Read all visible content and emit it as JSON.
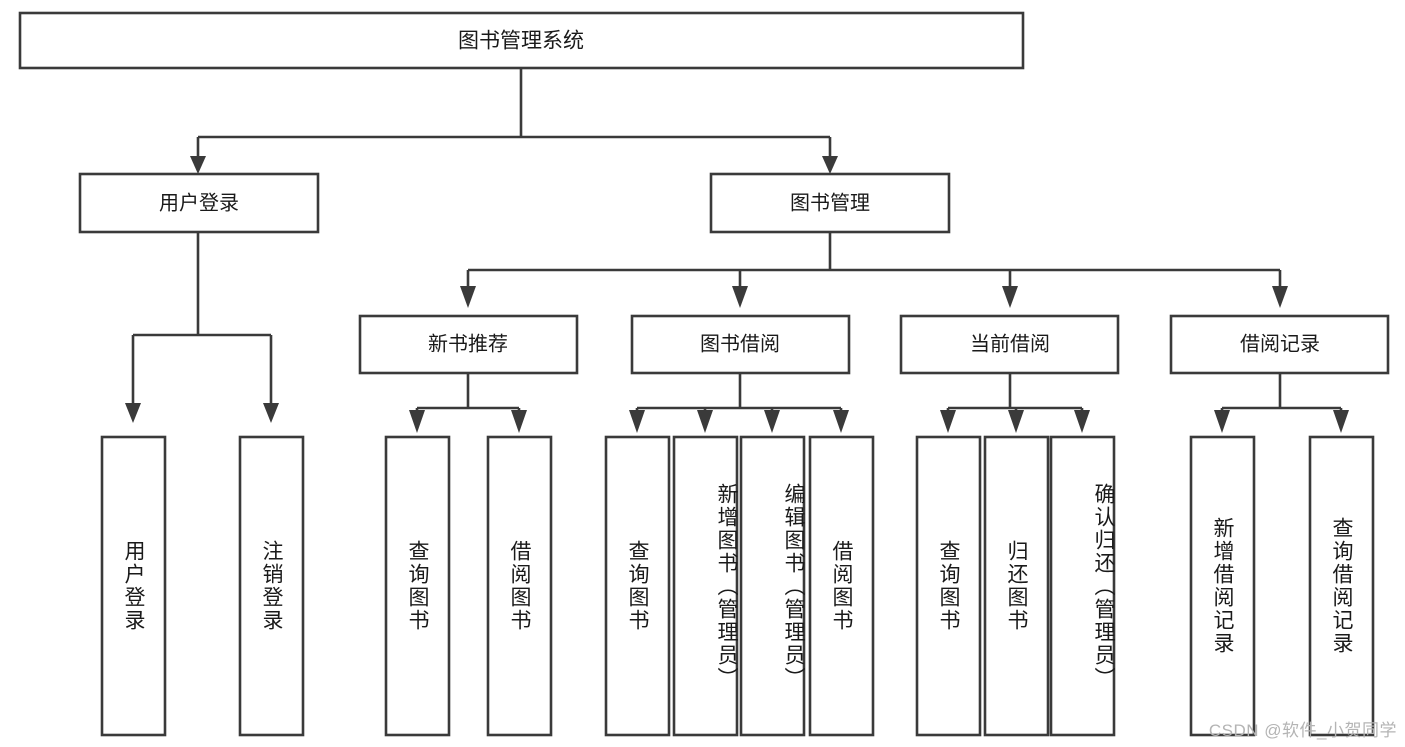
{
  "diagram": {
    "type": "tree",
    "title": "图书管理系统",
    "orientation": "top-down",
    "watermark": "CSDN @软件_小贺同学",
    "colors": {
      "stroke": "#3a3a3a",
      "fill": "#ffffff",
      "text": "#1a1a1a",
      "watermark": "#b4b4b4"
    },
    "root": {
      "label": "图书管理系统"
    },
    "level1": [
      {
        "label": "用户登录"
      },
      {
        "label": "图书管理"
      }
    ],
    "level2": [
      {
        "label": "新书推荐"
      },
      {
        "label": "图书借阅"
      },
      {
        "label": "当前借阅"
      },
      {
        "label": "借阅记录"
      }
    ],
    "leaves": {
      "user_login": [
        {
          "label": "用户登录"
        },
        {
          "label": "注销登录"
        }
      ],
      "new_book_recommend": [
        {
          "label": "查询图书"
        },
        {
          "label": "借阅图书"
        }
      ],
      "book_borrow": [
        {
          "label": "查询图书"
        },
        {
          "label": "新增图书（管理员）"
        },
        {
          "label": "编辑图书（管理员）"
        },
        {
          "label": "借阅图书"
        }
      ],
      "current_borrow": [
        {
          "label": "查询图书"
        },
        {
          "label": "归还图书"
        },
        {
          "label": "确认归还（管理员）"
        }
      ],
      "borrow_records": [
        {
          "label": "新增借阅记录"
        },
        {
          "label": "查询借阅记录"
        }
      ]
    }
  }
}
